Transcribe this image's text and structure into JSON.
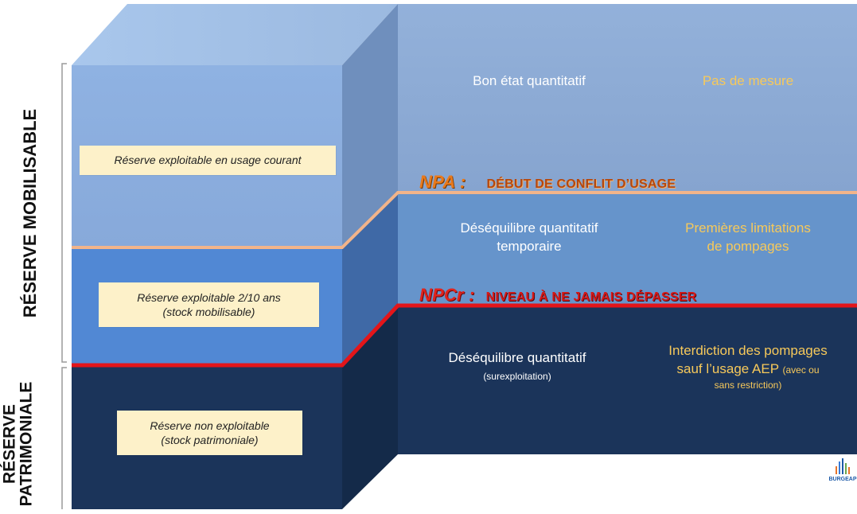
{
  "axis_labels": {
    "mobilisable": "RÉSERVE MOBILISABLE",
    "patrimoniale_line1": "RÉSERVE",
    "patrimoniale_line2": "PATRIMONIALE"
  },
  "boxes": {
    "usage_courant": "Réserve exploitable en usage courant",
    "mobilisable_line1": "Réserve exploitable 2/10 ans",
    "mobilisable_line2": "(stock mobilisable)",
    "non_exploitable_line1": "Réserve non exploitable",
    "non_exploitable_line2": "(stock patrimoniale)"
  },
  "zones": {
    "top": {
      "state": "Bon état quantitatif",
      "measure": "Pas de mesure"
    },
    "middle": {
      "state_line1": "Déséquilibre quantitatif",
      "state_line2": "temporaire",
      "measure_line1": "Premières limitations",
      "measure_line2": "de pompages"
    },
    "bottom": {
      "state": "Déséquilibre quantitatif",
      "state_note": "(surexploitation)",
      "measure_line1": "Interdiction des pompages",
      "measure_line2a": "sauf l’usage AEP",
      "measure_line2b": "(avec ou",
      "measure_line3": "sans restriction)"
    }
  },
  "thresholds": {
    "npa_code": "NPA :",
    "npa_desc": "DÉBUT DE CONFLIT D’USAGE",
    "npcr_code": "NPCr :",
    "npcr_desc": "NIVEAU À NE JAMAIS DÉPASSER"
  },
  "logo_text": "BURGEAP",
  "colors": {
    "npa_line": "#f2b48a",
    "npcr_line": "#e3151a",
    "top_zone": "#91afd8",
    "middle_zone": "#5b8fcf",
    "bottom_zone": "#1b345a",
    "box_fill": "#fdf1c9",
    "measure_text": "#f7c95a"
  }
}
